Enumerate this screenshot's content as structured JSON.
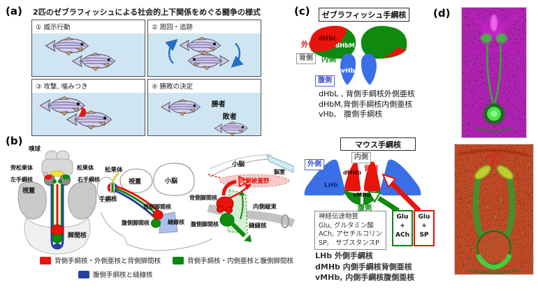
{
  "colors": {
    "red": "#e8140c",
    "green": "#0f8a0f",
    "legend_green": "#0c860c",
    "royal_blue": "#3b6fe8",
    "navy": "#24409e",
    "water_blue": "#cfe6f2",
    "magenta": "#cc1fcc",
    "pink_dashed": "#f4caca",
    "pineal_yellow": "#f2e23c"
  },
  "panel_a": {
    "label": "(a)",
    "title": "2匹のゼブラフィッシュによる社会的上下関係をめぐる闘争の様式",
    "box1_label": "① 威示行動",
    "box2_label": "② 周回・追跡",
    "box3_label": "③ 攻撃, 噛みつき",
    "box4_label": "④ 勝敗の決定",
    "winner": "勝者",
    "loser": "敗者"
  },
  "panel_b": {
    "label": "(b)",
    "dorsal": {
      "olfactory_bulb": "嗅球",
      "parapineal": "旁松果体",
      "pineal": "松果体",
      "left_habenula": "左手綱核",
      "right_habenula": "右手綱核",
      "optic_tectum": "視蓋",
      "ipn": "脚間核"
    },
    "sagittal": {
      "pineal": "松果体",
      "optic_tectum": "視蓋",
      "cerebellum": "小脳",
      "habenula": "手綱核",
      "dorsal_ipn": "背側脚間核",
      "ventral_ipn": "腹側脚間核",
      "raphe": "縫線核"
    },
    "zoomview": {
      "cerebellum": "小脳",
      "ventricle": "脳室",
      "dorsal_tegmental_area": "背側被蓋野",
      "dorsal_ipn": "背側脚間核",
      "mlf": "内側縦束",
      "ventral_ipn": "腹側脚間核",
      "raphe": "縫線核"
    },
    "legend_red": "背側手綱核・外側亜核と背側脚間核",
    "legend_green": "背側手綱核・内側亜核と腹側脚間核",
    "legend_blue": "腹側手綱核と縫線核"
  },
  "panel_c": {
    "label": "(c)",
    "zf_title": "ゼブラフィッシュ手綱核",
    "zf": {
      "dHbL": "dHbL",
      "dHbM": "dHbM",
      "vHb": "vHb",
      "lateral": "外側",
      "dorsal": "背側",
      "medial": "内側",
      "ventral": "腹側"
    },
    "zf_caption1": "dHbL , 背側手綱核外側亜核",
    "zf_caption2": "dHbM,背側手綱核内側亜核",
    "zf_caption3": "vHb,　腹側手綱核",
    "mouse_title": "マウス手綱核",
    "mouse": {
      "LHb": "LHb",
      "dMHb": "dMHb",
      "vMHb": "vMHb",
      "lateral": "外側",
      "medial": "内側",
      "dorsal": "背側",
      "ventral": "腹側"
    },
    "nt_line1": "神経伝達物質",
    "nt_line2": "Glu, グルタミン酸",
    "nt_line3": "ACh, アセチルコリン",
    "nt_line4": "SP,　サブスタンスP",
    "glu_ach": "Glu\n+\nACh",
    "glu_sp": "Glu\n+\nSP",
    "mouse_caption1": "LHb 外側手綱核",
    "mouse_caption2": "dMHb 内側手綱核背側亜核",
    "mouse_caption3": "vMHb, 内側手綱核腹側亜核"
  },
  "panel_d": {
    "label": "(d)"
  }
}
